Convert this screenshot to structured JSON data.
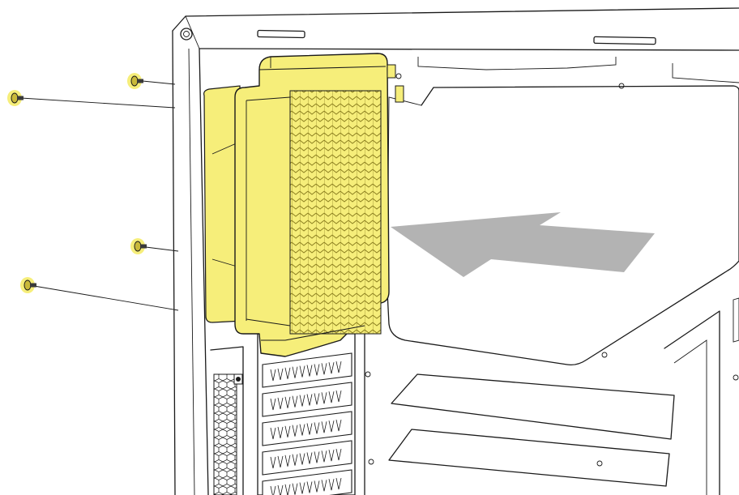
{
  "diagram": {
    "highlight_color": "#f6ee7a",
    "highlight_dark": "#c9b93a",
    "arrow_color": "#b3b3b3",
    "line_color": "#1a1a1a",
    "background_color": "#ffffff",
    "parts": {
      "chassis": "pc-case-front-panel",
      "radiator": "radiator-with-fan",
      "screws": 4,
      "motherboard_tray": "tray-plate",
      "expansion_slots": 5
    },
    "arrow_direction": "left"
  }
}
